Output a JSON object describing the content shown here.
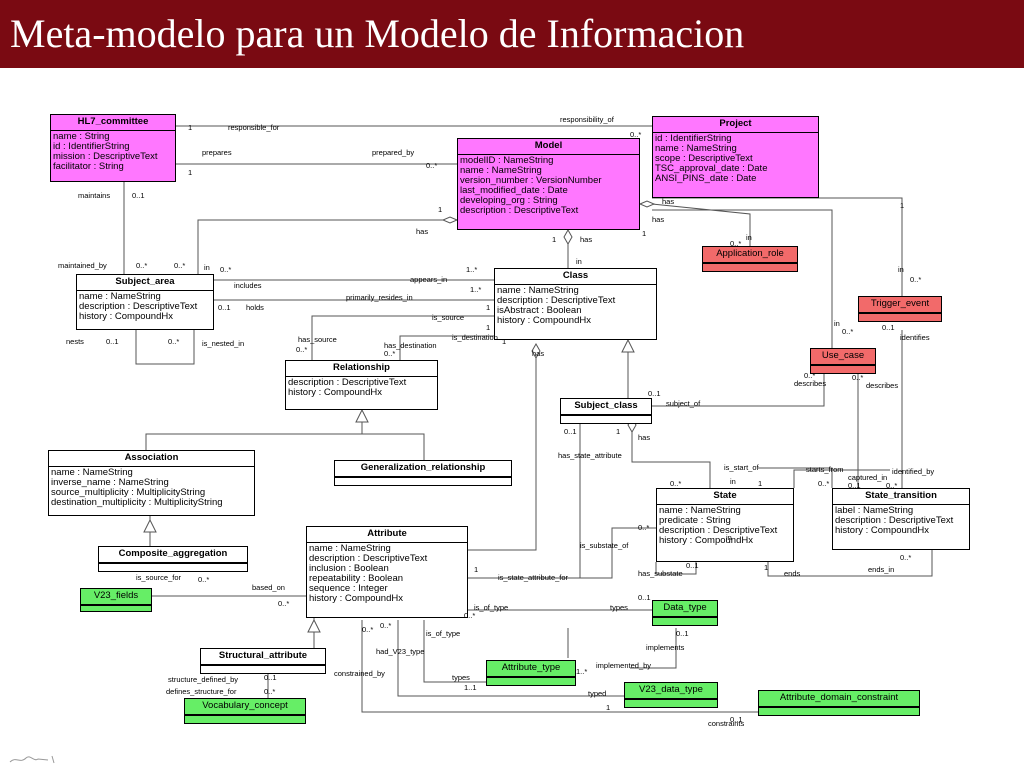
{
  "title": "Meta-modelo para un Modelo de Informacion",
  "classes": {
    "hl7": {
      "name": "HL7_committee",
      "attrs": [
        "name : String",
        "id : IdentifierString",
        "mission : DescriptiveText",
        "facilitator : String"
      ]
    },
    "model": {
      "name": "Model",
      "attrs": [
        "modelID : NameString",
        "name : NameString",
        "version_number : VersionNumber",
        "last_modified_date : Date",
        "developing_org : String",
        "description : DescriptiveText"
      ]
    },
    "project": {
      "name": "Project",
      "attrs": [
        "id : IdentifierString",
        "name : NameString",
        "scope : DescriptiveText",
        "TSC_approval_date : Date",
        "ANSI_PINS_date : Date"
      ]
    },
    "subject_area": {
      "name": "Subject_area",
      "attrs": [
        "name : NameString",
        "description : DescriptiveText",
        "history : CompoundHx"
      ]
    },
    "class": {
      "name": "Class",
      "attrs": [
        "name : NameString",
        "description : DescriptiveText",
        "isAbstract : Boolean",
        "history : CompoundHx"
      ]
    },
    "relationship": {
      "name": "Relationship",
      "attrs": [
        "description : DescriptiveText",
        "history : CompoundHx"
      ]
    },
    "subject_class": {
      "name": "Subject_class",
      "attrs": []
    },
    "association": {
      "name": "Association",
      "attrs": [
        "name : NameString",
        "inverse_name : NameString",
        "source_multiplicity : MultiplicityString",
        "destination_multiplicity : MultiplicityString"
      ]
    },
    "generalization": {
      "name": "Generalization_relationship",
      "attrs": []
    },
    "composite": {
      "name": "Composite_aggregation",
      "attrs": []
    },
    "attribute": {
      "name": "Attribute",
      "attrs": [
        "name : NameString",
        "description : DescriptiveText",
        "inclusion : Boolean",
        "repeatability : Boolean",
        "sequence : Integer",
        "history : CompoundHx"
      ]
    },
    "structural": {
      "name": "Structural_attribute",
      "attrs": []
    },
    "state": {
      "name": "State",
      "attrs": [
        "name : NameString",
        "predicate : String",
        "description : DescriptiveText",
        "history : CompoundHx"
      ]
    },
    "state_transition": {
      "name": "State_transition",
      "attrs": [
        "label : NameString",
        "description : DescriptiveText",
        "history : CompoundHx"
      ]
    },
    "application_role": {
      "name": "Application_role"
    },
    "trigger_event": {
      "name": "Trigger_event"
    },
    "use_case": {
      "name": "Use_case"
    },
    "v23_fields": {
      "name": "V23_fields"
    },
    "data_type": {
      "name": "Data_type"
    },
    "attribute_type": {
      "name": "Attribute_type"
    },
    "v23_data_type": {
      "name": "V23_data_type"
    },
    "attribute_domain_constraint": {
      "name": "Attribute_domain_constraint"
    },
    "vocabulary_concept": {
      "name": "Vocabulary_concept"
    }
  },
  "labels": [
    "responsibility_of",
    "1",
    "responsible_for",
    "0..*",
    "prepares",
    "prepared_by",
    "1",
    "0..*",
    "maintains",
    "0..1",
    "has",
    "1",
    "1",
    "has",
    "has",
    "has",
    "1",
    "0..*",
    "in",
    "in",
    "1",
    "maintained_by",
    "0..*",
    "0..*",
    "in",
    "0..*",
    "includes",
    "appears_in",
    "1..*",
    "1..*",
    "primarily_resides_in",
    "0..1",
    "holds",
    "1",
    "is_source",
    "1",
    "is_destination",
    "1",
    "has_source",
    "0..*",
    "has_destination",
    "0..*",
    "has",
    "nests",
    "0..1",
    "0..*",
    "is_nested_in",
    "in",
    "0..*",
    "0..1",
    "identifies",
    "in",
    "0..*",
    "0..*",
    "describes",
    "0..*",
    "describes",
    "0..1",
    "subject_of",
    "0..1",
    "1",
    "has",
    "has_state_attribute",
    "is_start_of",
    "starts_from",
    "0..*",
    "in",
    "1",
    "0..*",
    "captured_in",
    "0..1",
    "0..*",
    "identified_by",
    "0..*",
    "in",
    "is_substate_of",
    "1",
    "is_state_attribute_for",
    "0..1",
    "has_substate",
    "1",
    "ends",
    "0..*",
    "ends_in",
    "is_source_for",
    "0..*",
    "based_on",
    "0..*",
    "is_of_type",
    "types",
    "0..*",
    "0..1",
    "0..*",
    "0..*",
    "is_of_type",
    "had_V23_type",
    "implements",
    "0..1",
    "implemented_by",
    "1..*",
    "types",
    "1..1",
    "typed",
    "structure_defined_by",
    "0..1",
    "defines_structure_for",
    "0..*",
    "constrained_by",
    "1",
    "constraints",
    "0..1"
  ]
}
